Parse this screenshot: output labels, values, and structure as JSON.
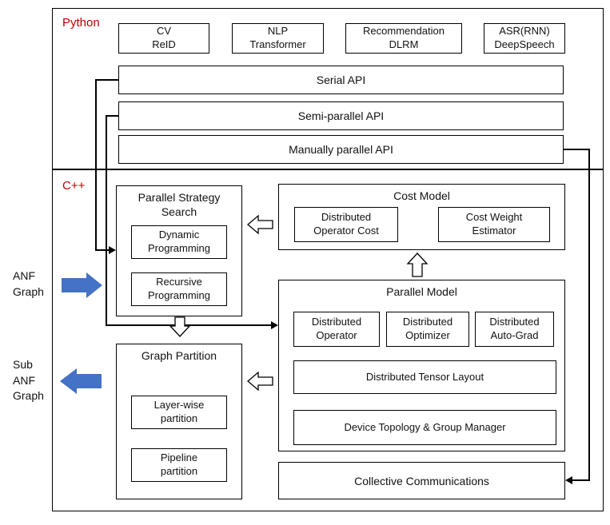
{
  "python_section": {
    "label": "Python",
    "apps": [
      "CV\nReID",
      "NLP\nTransformer",
      "Recommendation\nDLRM",
      "ASR(RNN)\nDeepSpeech"
    ],
    "apis": [
      "Serial API",
      "Semi-parallel API",
      "Manually parallel API"
    ]
  },
  "cpp_section": {
    "label": "C++",
    "parallel_strategy_search": {
      "title": "Parallel Strategy\nSearch",
      "items": [
        "Dynamic\nProgramming",
        "Recursive\nProgramming"
      ]
    },
    "cost_model": {
      "title": "Cost Model",
      "items": [
        "Distributed\nOperator Cost",
        "Cost Weight\nEstimator"
      ]
    },
    "parallel_model": {
      "title": "Parallel Model",
      "items_row": [
        "Distributed\nOperator",
        "Distributed\nOptimizer",
        "Distributed\nAuto-Grad"
      ],
      "items_wide": [
        "Distributed Tensor Layout",
        "Device Topology & Group Manager"
      ]
    },
    "graph_partition": {
      "title": "Graph Partition",
      "items": [
        "Layer-wise\npartition",
        "Pipeline\npartition"
      ]
    },
    "collective_communications": "Collective Communications"
  },
  "side_labels": {
    "anf_graph": "ANF\nGraph",
    "sub_anf_graph": "Sub\nANF\nGraph"
  },
  "colors": {
    "section_label_red": "#c00000",
    "block_arrow_blue": "#4472c4",
    "line_black": "#000000"
  }
}
